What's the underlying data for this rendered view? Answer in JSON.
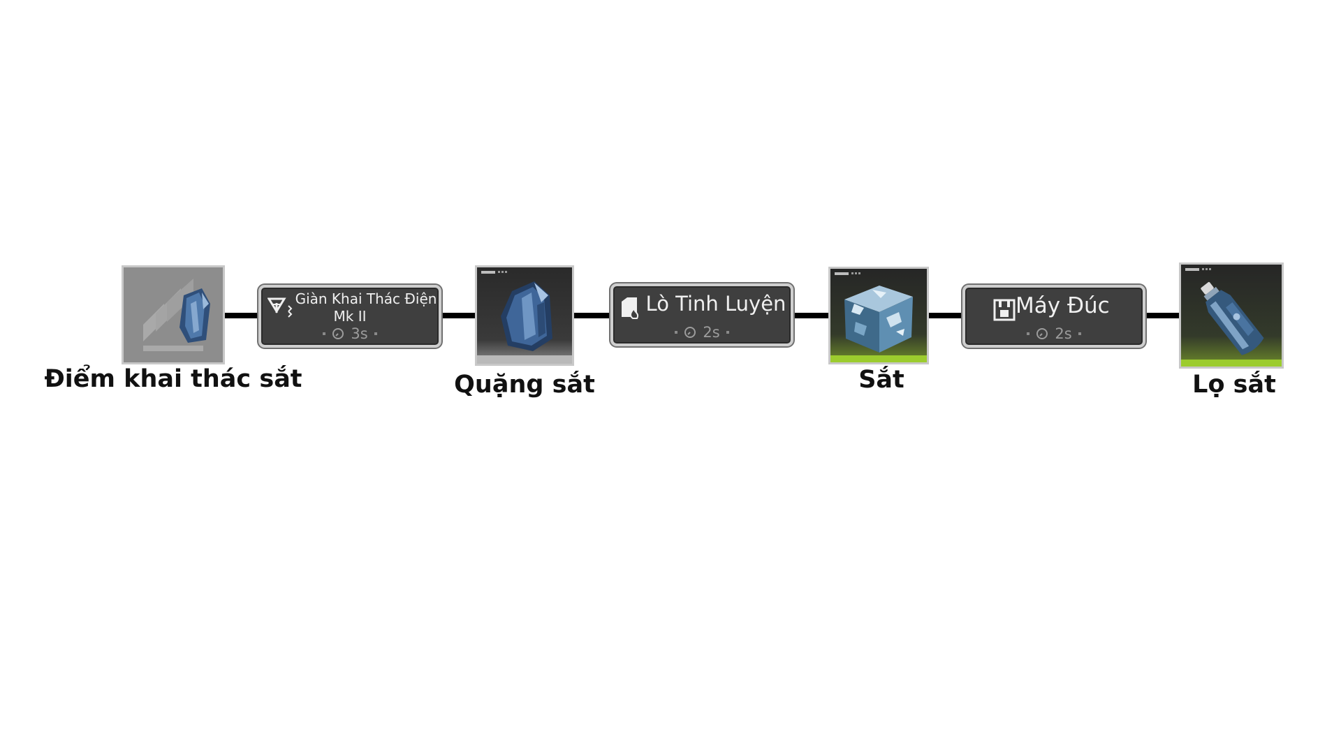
{
  "nodes": {
    "source": {
      "label": "Điểm khai thác sắt",
      "icon": "iron-deposit-icon"
    },
    "ore": {
      "label": "Quặng sắt",
      "icon": "iron-ore-icon"
    },
    "ingot": {
      "label": "Sắt",
      "icon": "iron-ingot-icon"
    },
    "bottle": {
      "label": "Lọ sắt",
      "icon": "iron-bottle-icon"
    }
  },
  "machines": {
    "miner": {
      "name_line1": "Giàn Khai Thác Điện",
      "name_line2": "Mk II",
      "time": "3s",
      "icon": "drill-icon",
      "clock_icon": "clock-icon"
    },
    "refinery": {
      "name": "Lò Tinh Luyện",
      "time": "2s",
      "icon": "furnace-icon",
      "clock_icon": "clock-icon"
    },
    "molder": {
      "name": "Máy Đúc",
      "time": "2s",
      "icon": "mold-icon",
      "clock_icon": "clock-icon"
    }
  },
  "colors": {
    "machine_bg": "#3f3f3f",
    "machine_border": "#cfcfcf",
    "tile_bg": "#2b2b2b",
    "tier_accent": "#9ccc2e",
    "connector": "#000000"
  }
}
